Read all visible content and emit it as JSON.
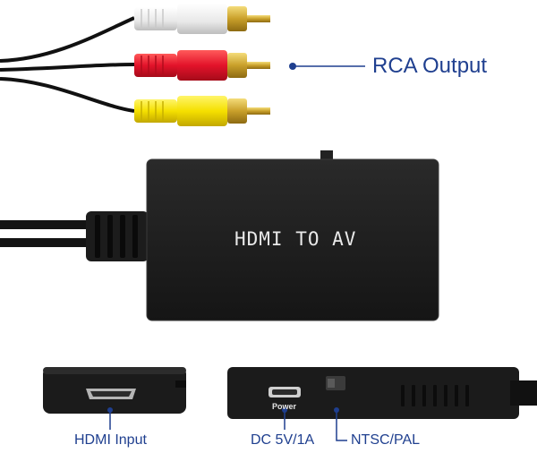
{
  "product": {
    "body_label": "HDMI TO AV",
    "power_port_label": "Power"
  },
  "callouts": {
    "rca_output": "RCA Output",
    "hdmi_input": "HDMI Input",
    "dc_input": "DC 5V/1A",
    "video_switch": "NTSC/PAL"
  },
  "colors": {
    "callout": "#1f3f8f",
    "body": "#1b1b1b",
    "rca_white": "#f2f2f2",
    "rca_red": "#e3132a",
    "rca_yellow": "#f5e000",
    "gold_tip": "#d9b43a"
  },
  "icons": [
    "rca-white-plug",
    "rca-red-plug",
    "rca-yellow-plug",
    "hdmi-port-icon",
    "micro-usb-port-icon",
    "ntsc-pal-switch-icon"
  ]
}
